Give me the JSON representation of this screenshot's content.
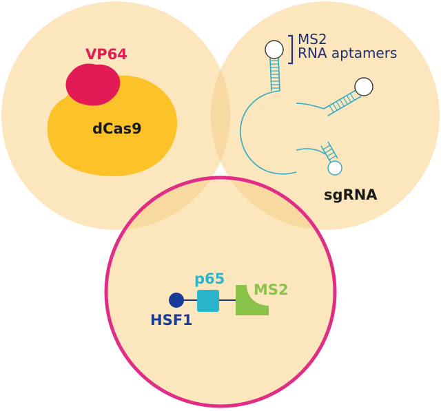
{
  "labels": {
    "vp64": "VP64",
    "dcas9": "dCas9",
    "ms2_aptamers_line1": "MS2",
    "ms2_aptamers_line2": "RNA aptamers",
    "sgrna": "sgRNA",
    "p65": "p65",
    "ms2": "MS2",
    "hsf1": "HSF1"
  },
  "colors": {
    "circle_fill": "#fce6bd",
    "ring": "#e02d86",
    "vp64": "#e21a55",
    "dcas9": "#fcc22a",
    "rna_line": "#2aaac6",
    "rna_loop": "#333333",
    "bracket": "#1e2e7a",
    "p65": "#29b6cc",
    "ms2": "#8bc34a",
    "hsf1": "#1a3a9a",
    "text_dark": "#1a1a1a",
    "text_navy": "#1e2e6e"
  },
  "icons": {
    "dcas9": "dcas9-blob-icon",
    "vp64": "vp64-blob-icon",
    "p65": "p65-square-icon",
    "ms2": "ms2-quarter-icon",
    "hsf1": "hsf1-circle-icon"
  }
}
